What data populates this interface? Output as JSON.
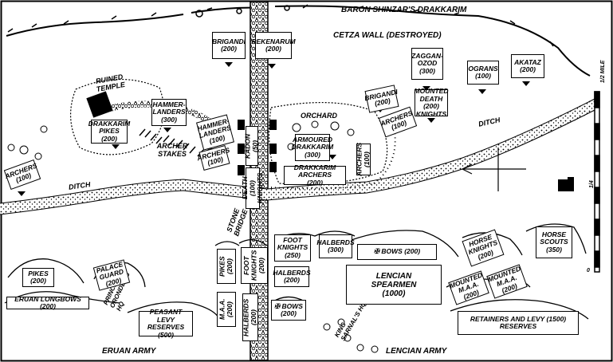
{
  "map": {
    "labels": {
      "baron": "Baron Shinzar's Drakkarim",
      "cetza_wall": "Cetza Wall (Destroyed)",
      "ruined_temple": "Ruined Temple",
      "orchard": "Orchard",
      "archer_stakes": "Archer Stakes",
      "ditch_west": "Ditch",
      "ditch_east": "Ditch",
      "stone_bridge": "Stone Bridge",
      "eruan_army": "Eruan Army",
      "lencian_army": "Lencian Army",
      "prince_hq": "Prince Oronder's HQ",
      "king_hq": "King Sarnal's HQ",
      "scale_half": "1/2 Mile",
      "scale_quarter": "1/4",
      "scale_zero": "0"
    },
    "units": {
      "brigandi_n": "Brigandi\n(200)",
      "rekenarum": "Rekenarum\n(200)",
      "zaggan_ozod": "Zaggan-\nOzod\n(300)",
      "ograns": "Ograns\n(100)",
      "akataz": "Akataz\n(200)",
      "hammerlanders_w": "Hammer-\nLanders\n(300)",
      "drakkarim_pikes": "Drakkarim\nPikes\n(200)",
      "hammerlanders_e": "Hammer-\nLanders\n(100)",
      "archers_bridge": "Archers\n(100)",
      "kadon_knights": "Kadon (50)",
      "death_knights": "Death (100) Knights",
      "armoured_drakkarim": "Armoured\nDrakkarim\n(300)",
      "drakkarim_archers": "Drakkarim Archers\n(200)",
      "archers_orchard": "Archers\n(100)",
      "brigandi_e": "Brigandi\n(200)",
      "archers_e": "Archers\n(100)",
      "mounted_death_knights": "Mounted\nDeath (200)\nKnights",
      "archers_w": "Archers\n(100)",
      "pikes_eruan": "Pikes\n(200)",
      "palace_guard": "Palace\nGuard\n(200)",
      "eruan_longbows": "Eruan Longbows (200)",
      "peasant_levy": "Peasant Levy\nReserves\n(500)",
      "pikes_centre": "Pikes\n(200)",
      "maa_centre": "M.A.A.\n(200)",
      "foot_knights_centre": "Foot\nKnights\n(200)",
      "halberds_centre": "Halberds (200)",
      "foot_knights_l": "Foot\nKnights\n(250)",
      "halberds_l300": "Halberds\n(300)",
      "halberds_l200": "Halberds\n(200)",
      "bows_l": "✠ Bows\n(200)",
      "bows_200": "✠ Bows (200)",
      "lencian_spearmen": "Lencian\nSpearmen\n(1000)",
      "horse_knights": "Horse\nKnights\n(200)",
      "horse_scouts": "Horse\nScouts\n(350)",
      "mounted_maa_1": "Mounted\nM.A.A.\n(200)",
      "mounted_maa_2": "Mounted\nM.A.A.\n(200)",
      "retainers": "Retainers and Levy (1500)\nReserves"
    },
    "icons": {
      "compass": "compass-arrow-icon",
      "temple": "ruined-temple-icon",
      "building": "building-icon"
    }
  }
}
